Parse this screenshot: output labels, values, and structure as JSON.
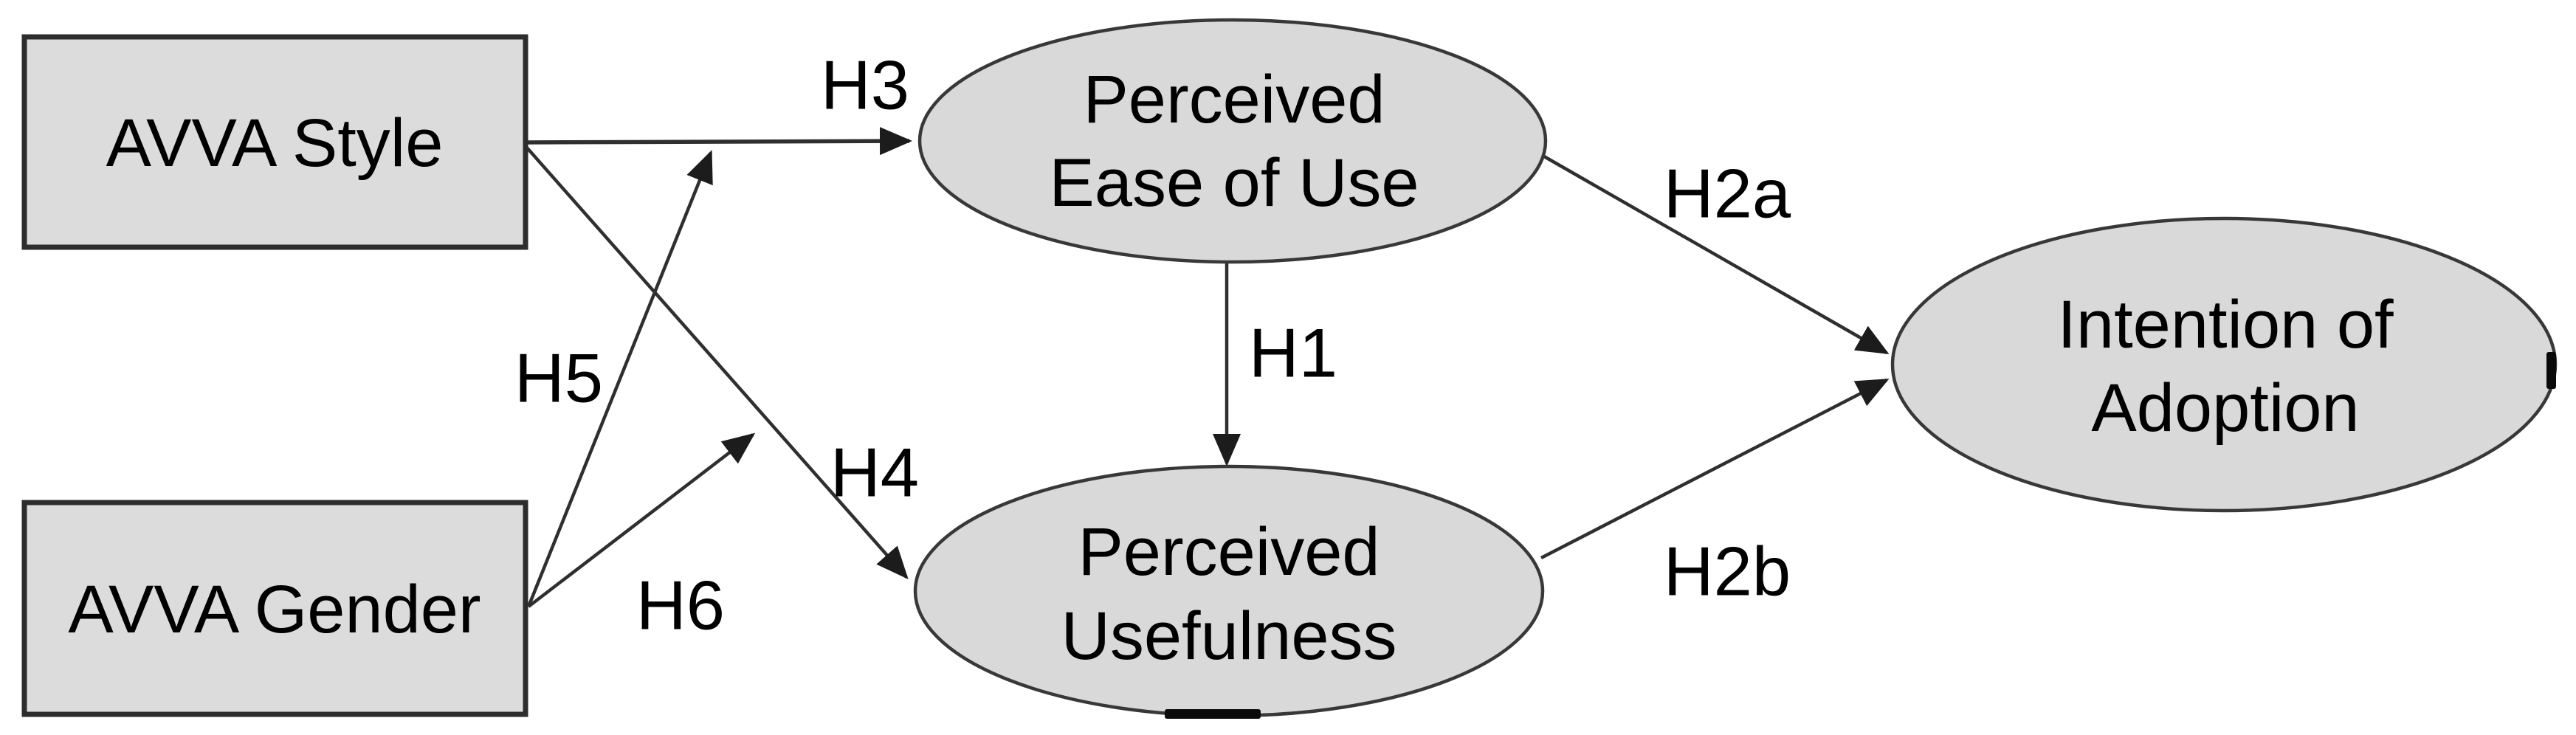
{
  "nodes": {
    "avva_style": {
      "shape": "rectangle",
      "label": "AVVA Style"
    },
    "avva_gender": {
      "shape": "rectangle",
      "label": "AVVA Gender"
    },
    "perceived_ease_of_use": {
      "shape": "ellipse",
      "line1": "Perceived",
      "line2": "Ease of Use"
    },
    "perceived_usefulness": {
      "shape": "ellipse",
      "line1": "Perceived",
      "line2": "Usefulness"
    },
    "intention_of_adoption": {
      "shape": "ellipse",
      "line1": "Intention of",
      "line2": "Adoption"
    }
  },
  "hypothesis_labels": {
    "h1": "H1",
    "h2a": "H2a",
    "h2b": "H2b",
    "h3": "H3",
    "h4": "H4",
    "h5": "H5",
    "h6": "H6"
  },
  "edges": [
    {
      "label": "H3",
      "from": "AVVA Style",
      "to": "Perceived Ease of Use"
    },
    {
      "label": "H4",
      "from": "AVVA Style",
      "to": "Perceived Usefulness"
    },
    {
      "label": "H5",
      "from": "AVVA Gender",
      "to": "H3 path (moderation)"
    },
    {
      "label": "H6",
      "from": "AVVA Gender",
      "to": "H4 path (moderation)"
    },
    {
      "label": "H1",
      "from": "Perceived Ease of Use",
      "to": "Perceived Usefulness"
    },
    {
      "label": "H2a",
      "from": "Perceived Ease of Use",
      "to": "Intention of Adoption"
    },
    {
      "label": "H2b",
      "from": "Perceived Usefulness",
      "to": "Intention of Adoption"
    }
  ],
  "colors": {
    "node_fill": "#d9d9d9",
    "rect_border": "#2d2d2d",
    "ellipse_border": "#383838",
    "edge_line": "#2f2f2f",
    "text": "#000000",
    "background": "#ffffff"
  }
}
